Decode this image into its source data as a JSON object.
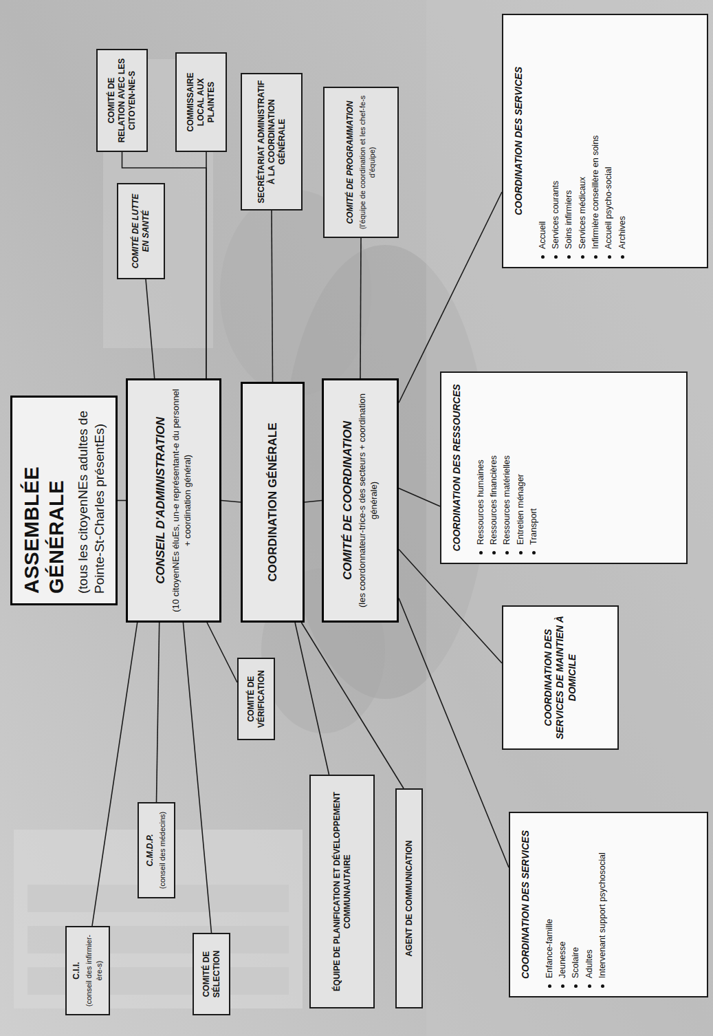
{
  "diagram": {
    "nodes": [
      {
        "text": [
          "ASSEMBLÉE GÉNÉRALE",
          "(tous les citoyenNEs adultes de Pointe-St-Charles présentEs)"
        ]
      },
      {
        "text": [
          "C.I.I.",
          "(conseil des infirmier-ère-s)"
        ]
      },
      {
        "text": [
          "C.M.D.P.",
          "(conseil des médecins)"
        ]
      },
      {
        "text": [
          "COMITÉ DE SÉLECTION"
        ]
      },
      {
        "text": [
          "COMITÉ DE VÉRIFICATION"
        ]
      },
      {
        "text": [
          "CONSEIL D'ADMINISTRATION",
          "(10 citoyenNEs éluEs, un-e représentant-e du personnel + coordination général)"
        ]
      },
      {
        "text": [
          "COMITÉ DE LUTTE EN SANTÉ"
        ]
      },
      {
        "text": [
          "COMITÉ DE RELATION AVEC LES CITOYEN-NE-S"
        ]
      },
      {
        "text": [
          "COMMISSAIRE LOCAL AUX PLAINTES"
        ]
      },
      {
        "text": [
          "ÉQUIPE DE PLANIFICATION ET DÉVELOPPEMENT COMMUNAUTAIRE"
        ]
      },
      {
        "text": [
          "AGENT DE COMMUNICATION"
        ]
      },
      {
        "text": [
          "COORDINATION GÉNÉRALE"
        ]
      },
      {
        "text": [
          "SECRÉTARIAT ADMINISTRATIF À LA COORDINATION GÉNÉRALE"
        ]
      },
      {
        "text": [
          "COMITÉ DE COORDINATION",
          "(les coordonnateur-trice-s des secteurs + coordination générale)"
        ]
      },
      {
        "text": [
          "COMITÉ DE PROGRAMMATION",
          "(l'équipe de coordination et les chef-fe-s d'équipe)"
        ]
      },
      {
        "text": [
          "COORDINATION DES SERVICES",
          "Enfance-famille",
          "Jeunesse",
          "Scolaire",
          "Adultes",
          "Intervenant support psychosocial"
        ]
      },
      {
        "text": [
          "COORDINATION DES SERVICES DE MAINTIEN À DOMICILE"
        ]
      },
      {
        "text": [
          "COORDINATION DES RESSOURCES",
          "Ressources humaines",
          "Ressources financières",
          "Ressources matérielles",
          "Entretien ménager",
          "Transport"
        ]
      },
      {
        "text": [
          "COORDINATION DES SERVICES",
          "Accueil",
          "Services courants",
          "Soins infirmiers",
          "Services médicaux",
          "Infirmière conseillère en soins",
          "Accueil psycho-social",
          "Archives"
        ]
      }
    ],
    "edges": [
      {
        "from": 0,
        "to": 5,
        "arrow": "none"
      },
      {
        "from": 5,
        "to": 1,
        "arrow": "none"
      },
      {
        "from": 5,
        "to": 2,
        "arrow": "none"
      },
      {
        "from": 5,
        "to": 3,
        "arrow": "none"
      },
      {
        "from": 5,
        "to": 4,
        "arrow": "none"
      },
      {
        "from": 5,
        "to": 6,
        "arrow": "none"
      },
      {
        "from": 5,
        "to": 7,
        "arrow": "none"
      },
      {
        "from": 5,
        "to": 8,
        "arrow": "none"
      },
      {
        "from": 5,
        "to": 11,
        "arrow": "none"
      },
      {
        "from": 11,
        "to": 9,
        "arrow": "none"
      },
      {
        "from": 11,
        "to": 10,
        "arrow": "none"
      },
      {
        "from": 11,
        "to": 12,
        "arrow": "none"
      },
      {
        "from": 11,
        "to": 13,
        "arrow": "none"
      },
      {
        "from": 13,
        "to": 14,
        "arrow": "none"
      },
      {
        "from": 13,
        "to": 15,
        "arrow": "none"
      },
      {
        "from": 13,
        "to": 16,
        "arrow": "none"
      },
      {
        "from": 13,
        "to": 17,
        "arrow": "none"
      },
      {
        "from": 13,
        "to": 18,
        "arrow": "none"
      }
    ]
  }
}
